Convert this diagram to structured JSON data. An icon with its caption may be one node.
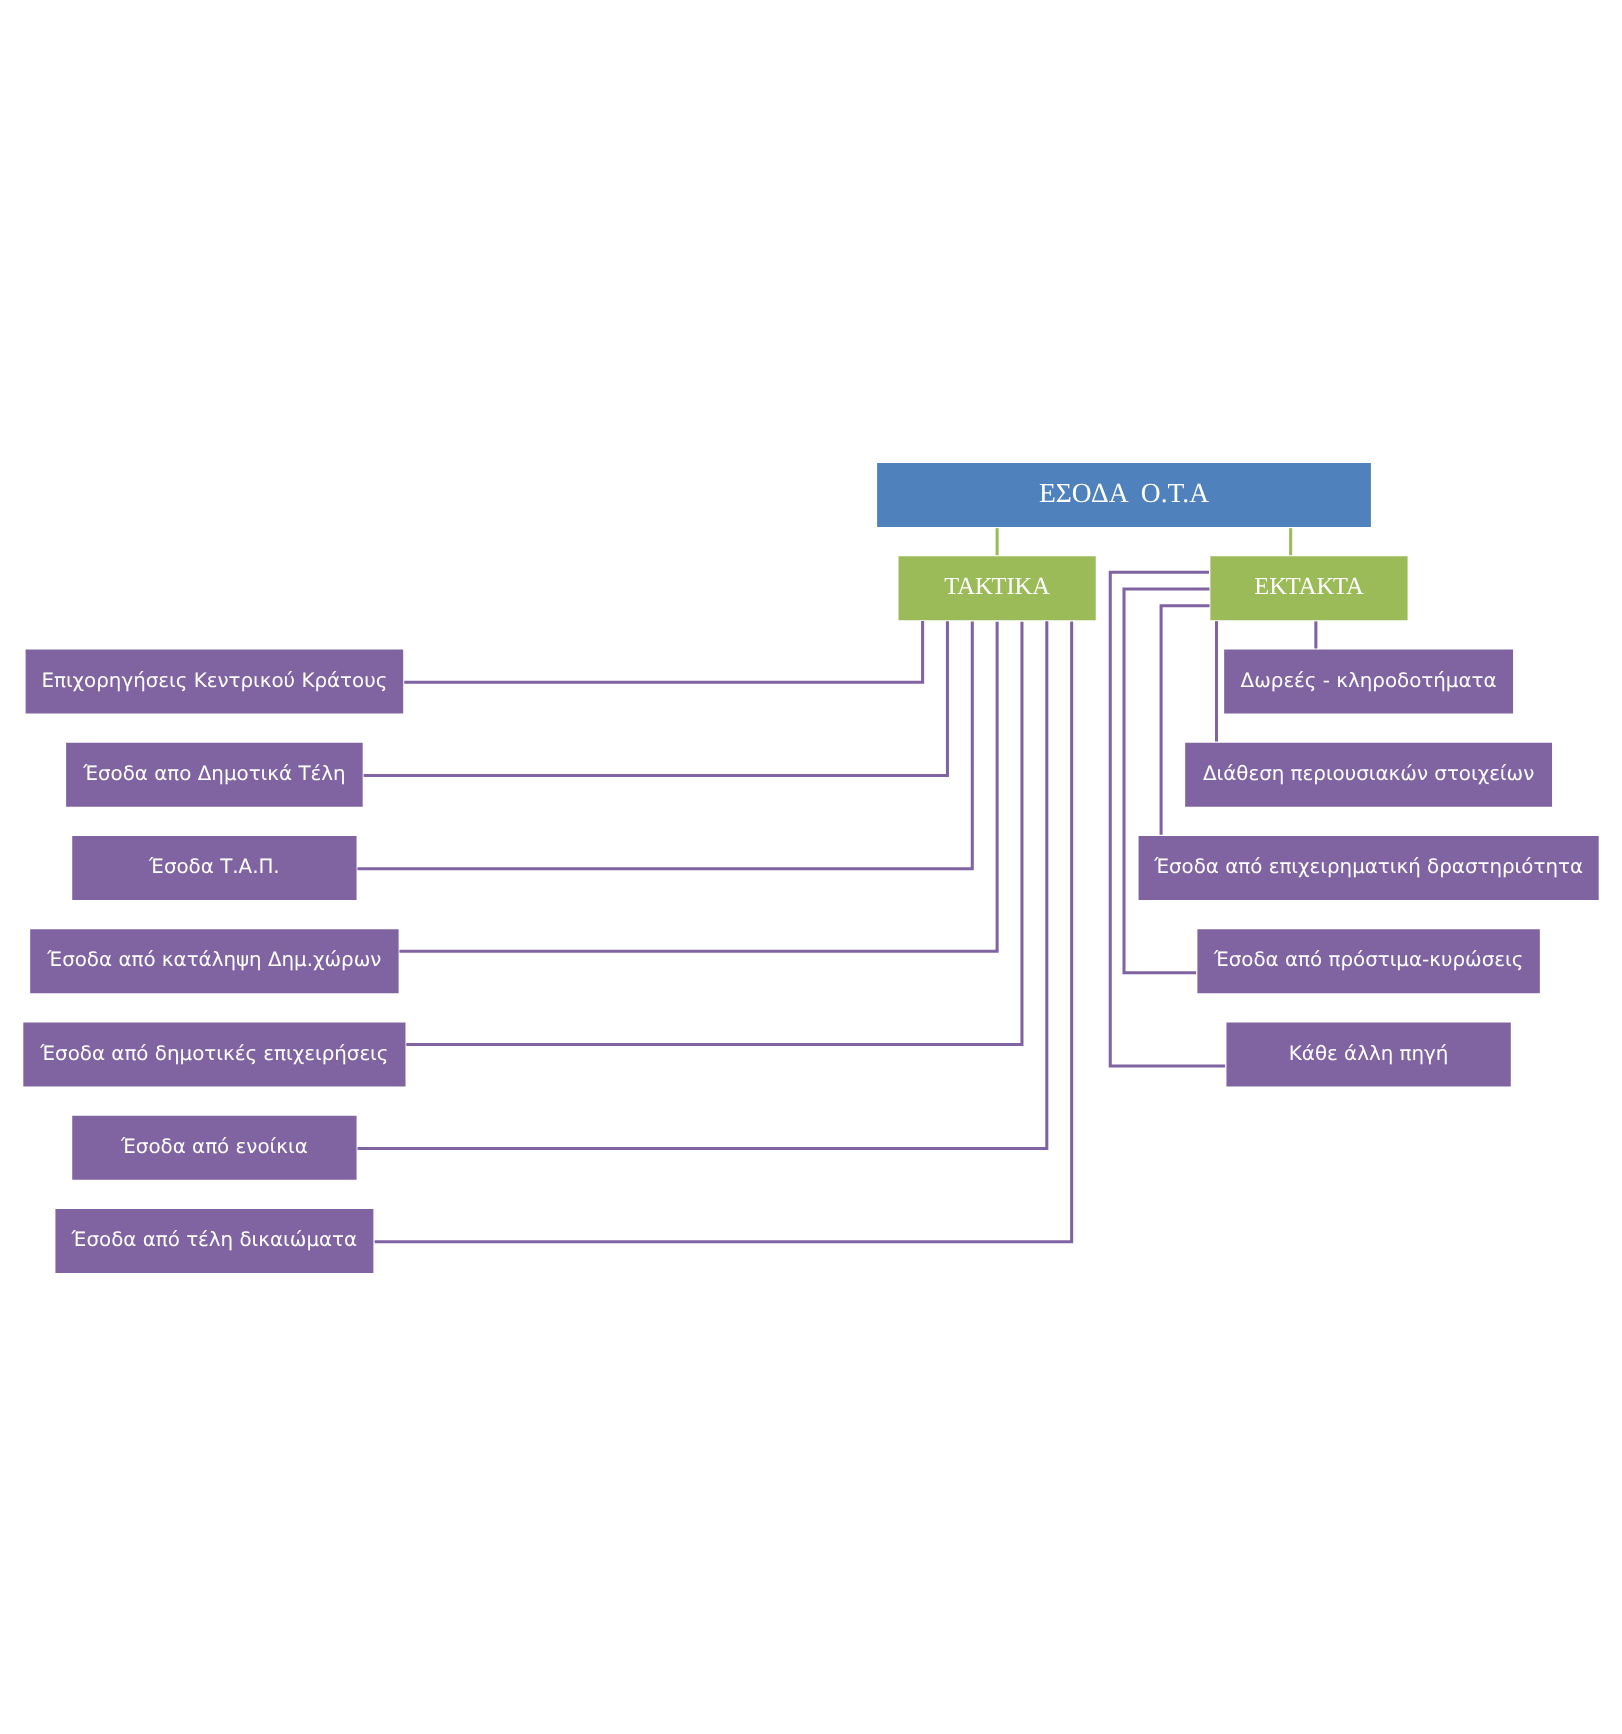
{
  "diagram": {
    "nodes": [
      {
        "text": [
          "ΕΣΟΔΑ  Ο.Τ.Α"
        ]
      },
      {
        "text": [
          "ΤΑΚΤΙΚΑ"
        ]
      },
      {
        "text": [
          "ΕΚΤΑΚΤΑ"
        ]
      },
      {
        "text": [
          "Επιχορηγήσεις Κεντρικού Κράτους"
        ]
      },
      {
        "text": [
          "Έσοδα απο Δημοτικά Τέλη"
        ]
      },
      {
        "text": [
          "Έσοδα Τ.Α.Π."
        ]
      },
      {
        "text": [
          "Έσοδα από κατάληψη Δημ.χώρων"
        ]
      },
      {
        "text": [
          "Έσοδα από δημοτικές επιχειρήσεις"
        ]
      },
      {
        "text": [
          "Έσοδα από ενοίκια"
        ]
      },
      {
        "text": [
          "Έσοδα από τέλη δικαιώματα"
        ]
      },
      {
        "text": [
          "Δωρεές - κληροδοτήματα"
        ]
      },
      {
        "text": [
          "Διάθεση περιουσιακών στοιχείων"
        ]
      },
      {
        "text": [
          "Έσοδα από επιχειρηματική δραστηριότητα"
        ]
      },
      {
        "text": [
          "Έσοδα από πρόστιμα-κυρώσεις"
        ]
      },
      {
        "text": [
          "Κάθε άλλη πηγή"
        ]
      }
    ],
    "edges": [
      {
        "from": 0,
        "to": 1,
        "arrow": "none",
        "color": "#9bbb59"
      },
      {
        "from": 0,
        "to": 2,
        "arrow": "none",
        "color": "#9bbb59"
      },
      {
        "from": 1,
        "to": 3,
        "arrow": "none"
      },
      {
        "from": 1,
        "to": 4,
        "arrow": "none"
      },
      {
        "from": 1,
        "to": 5,
        "arrow": "none"
      },
      {
        "from": 1,
        "to": 6,
        "arrow": "none"
      },
      {
        "from": 1,
        "to": 7,
        "arrow": "none"
      },
      {
        "from": 1,
        "to": 8,
        "arrow": "none"
      },
      {
        "from": 1,
        "to": 9,
        "arrow": "none"
      },
      {
        "from": 2,
        "to": 10,
        "arrow": "none"
      },
      {
        "from": 2,
        "to": 11,
        "arrow": "none"
      },
      {
        "from": 2,
        "to": 12,
        "arrow": "none"
      },
      {
        "from": 2,
        "to": 13,
        "arrow": "none"
      },
      {
        "from": 2,
        "to": 14,
        "arrow": "none"
      }
    ]
  }
}
